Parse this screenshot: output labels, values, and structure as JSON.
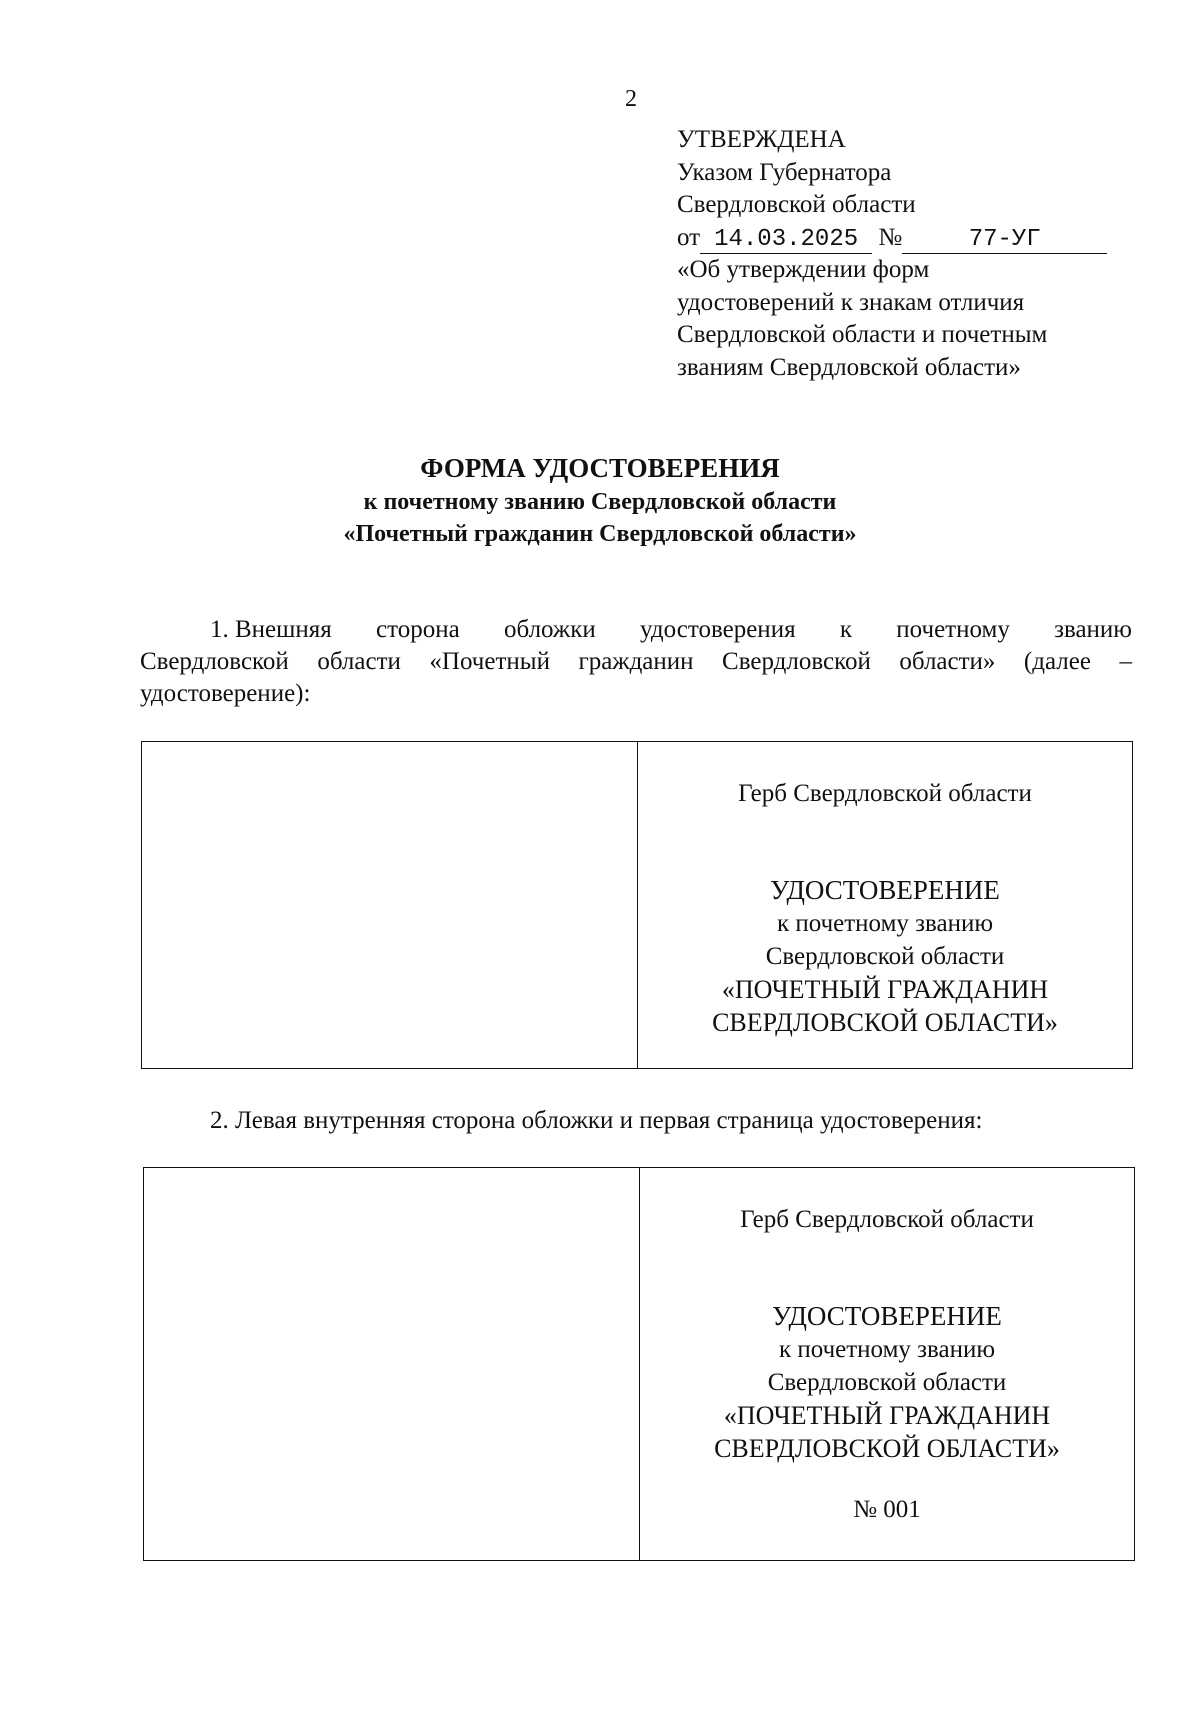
{
  "page_number": "2",
  "approval": {
    "line1": "УТВЕРЖДЕНА",
    "line2": "Указом Губернатора",
    "line3": "Свердловской области",
    "date_prefix": "от",
    "date": "14.03.2025",
    "number_sign": "№",
    "number": "77-УГ",
    "subject_lines": [
      "«Об утверждении форм",
      "удостоверений к знакам отличия",
      "Свердловской области и почетным",
      "званиям Свердловской области»"
    ]
  },
  "title": {
    "line1": "ФОРМА УДОСТОВЕРЕНИЯ",
    "line2": "к почетному званию Свердловской области",
    "line3": "«Почетный гражданин Свердловской области»"
  },
  "item1": {
    "line1_words": [
      "1. Внешняя",
      "сторона",
      "обложки",
      "удостоверения",
      "к",
      "почетному",
      "званию"
    ],
    "line2_words": [
      "Свердловской",
      "области",
      "«Почетный",
      "гражданин",
      "Свердловской",
      "области»",
      "(далее",
      "–"
    ],
    "line3": "удостоверение):"
  },
  "form1": {
    "emblem": "Герб Свердловской области",
    "doc_title": "УДОСТОВЕРЕНИЕ",
    "line1": "к почетному званию",
    "line2": "Свердловской области",
    "line3": "«ПОЧЕТНЫЙ ГРАЖДАНИН",
    "line4": "СВЕРДЛОВСКОЙ ОБЛАСТИ»"
  },
  "item2": {
    "text": "2. Левая внутренняя сторона обложки и первая страница удостоверения:"
  },
  "form2": {
    "emblem": "Герб Свердловской области",
    "doc_title": "УДОСТОВЕРЕНИЕ",
    "line1": "к почетному званию",
    "line2": "Свердловской области",
    "line3": "«ПОЧЕТНЫЙ ГРАЖДАНИН",
    "line4": "СВЕРДЛОВСКОЙ ОБЛАСТИ»",
    "number": "№ 001"
  }
}
